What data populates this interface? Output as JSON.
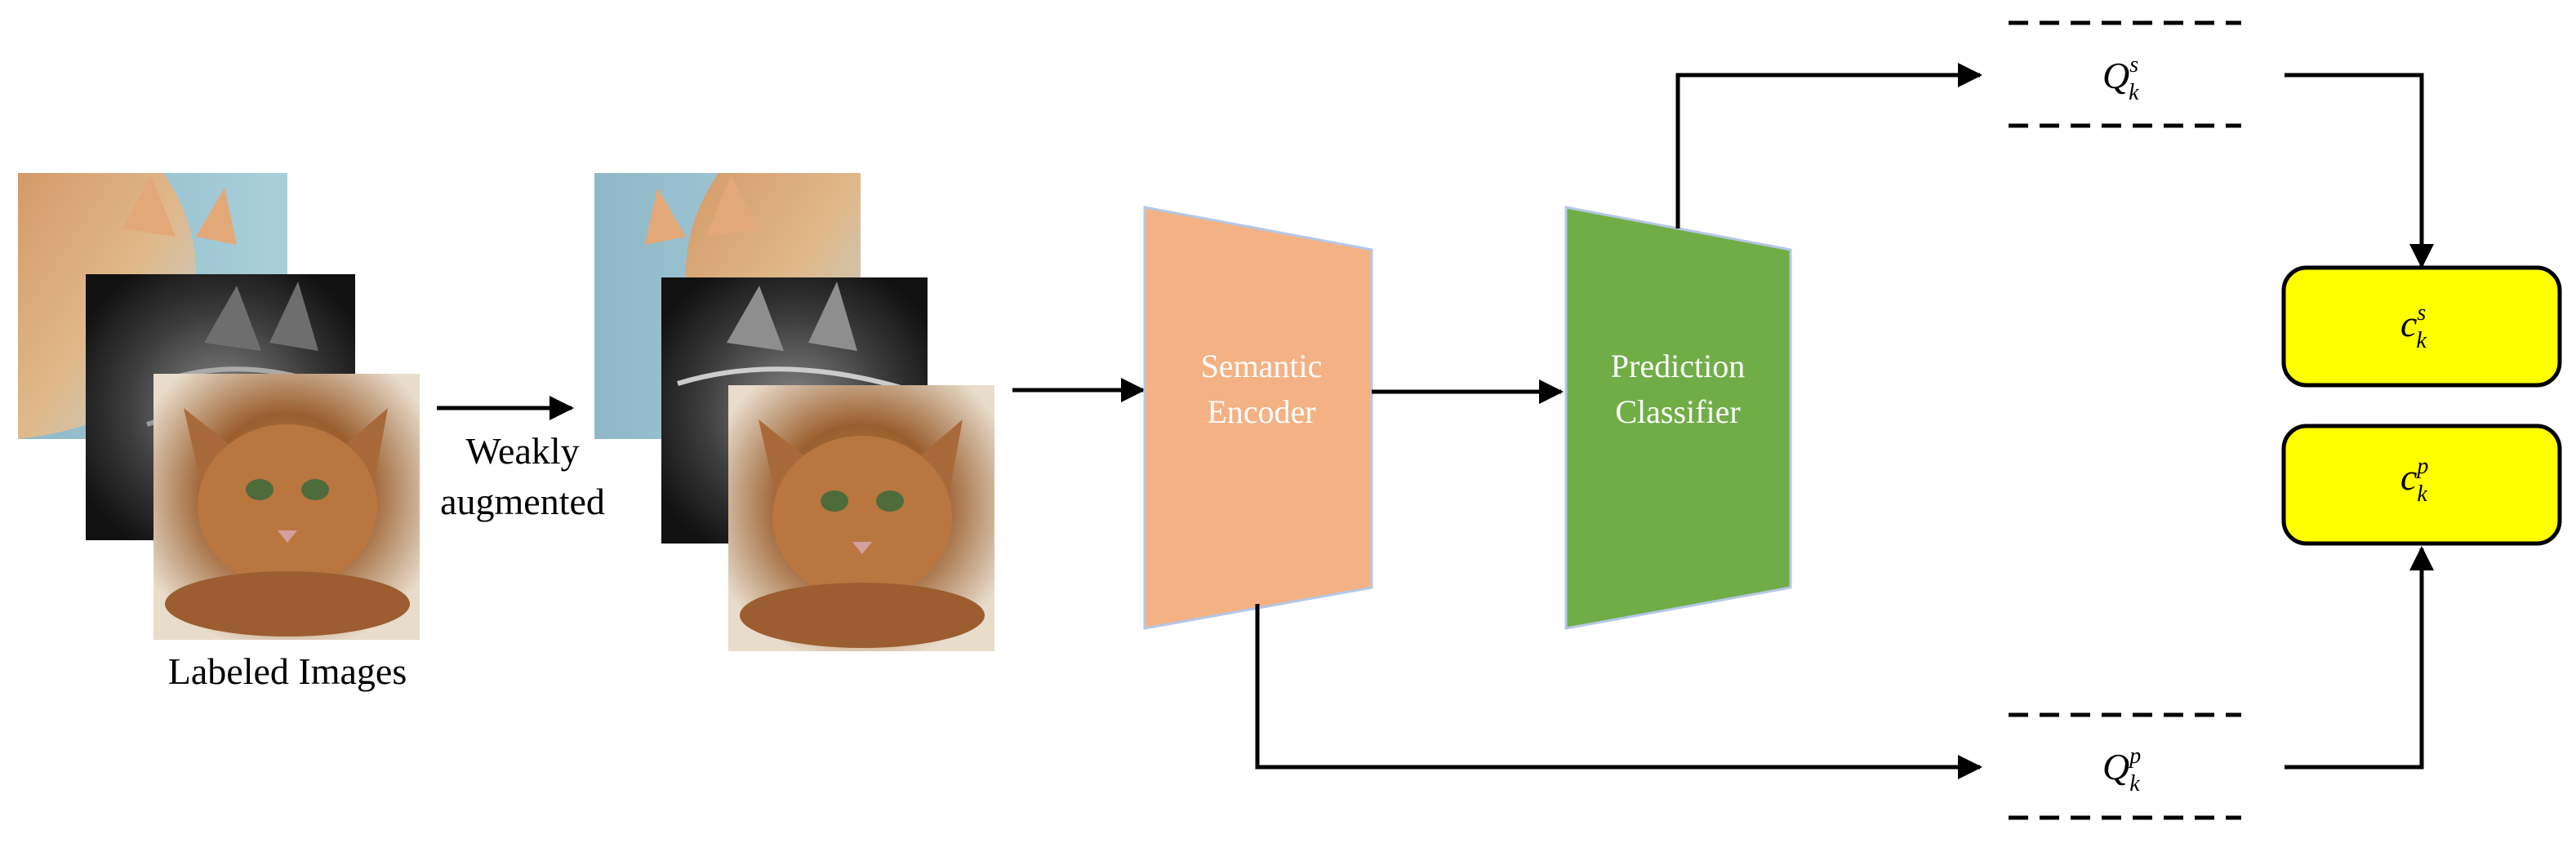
{
  "labels": {
    "labeled_images": "Labeled Images",
    "weakly_line1": "Weakly",
    "weakly_line2": "augmented"
  },
  "blocks": {
    "semantic_encoder": {
      "line1": "Semantic",
      "line2": "Encoder",
      "color": "#f4b183"
    },
    "prediction_classifier": {
      "line1": "Prediction",
      "line2": "Classifier",
      "color": "#70ad47"
    }
  },
  "queues": {
    "q_s": {
      "base": "Q",
      "sup": "s",
      "sub": "k"
    },
    "q_p": {
      "base": "Q",
      "sup": "p",
      "sub": "k"
    }
  },
  "centers": {
    "c_s": {
      "base": "c",
      "sup": "s",
      "sub": "k",
      "color": "#ffff00"
    },
    "c_p": {
      "base": "c",
      "sup": "p",
      "sub": "k",
      "color": "#ffff00"
    }
  },
  "image_thumbnails": [
    "orange-cat-photo",
    "gray-tabby-cat-photo",
    "bengal-cat-photo"
  ]
}
